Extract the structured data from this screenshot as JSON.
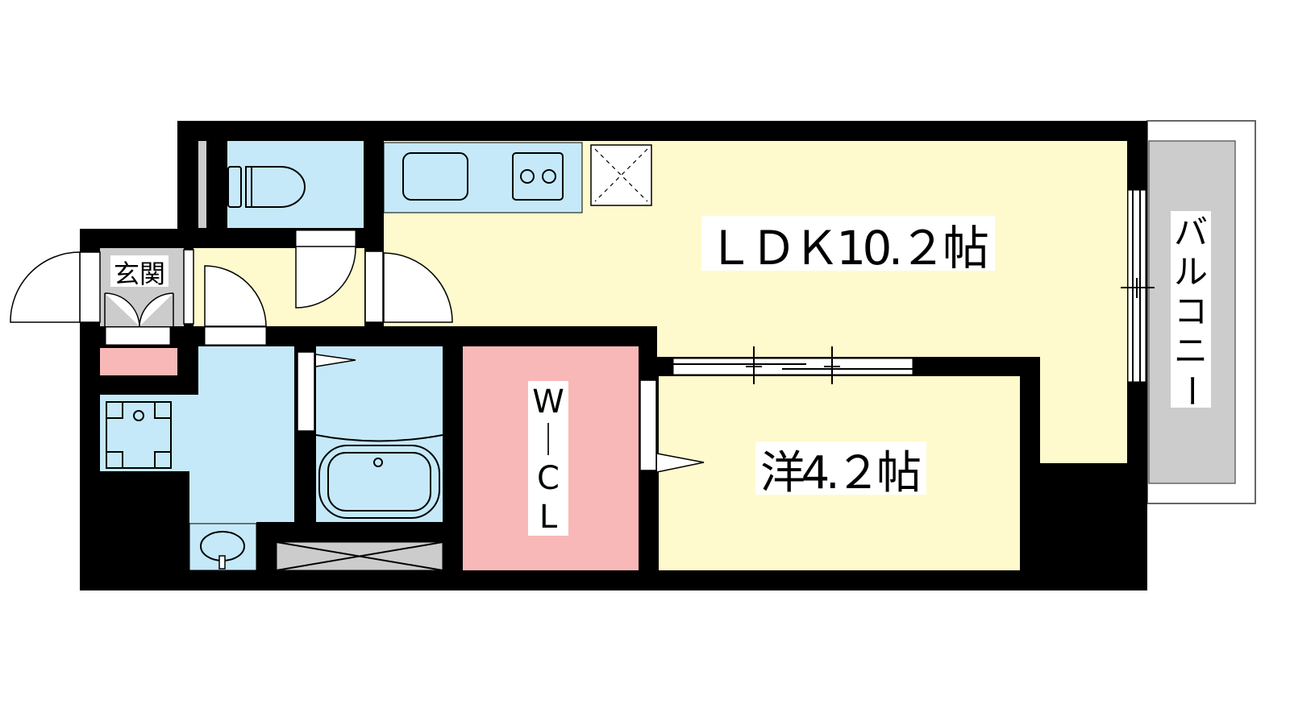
{
  "floorplan": {
    "rooms": {
      "ldk": "ＬＤＫ10.２帖",
      "western": "洋4.２帖",
      "wic": [
        "W",
        "｜",
        "C",
        "L"
      ],
      "balcony": [
        "バ",
        "ル",
        "コ",
        "ニ",
        "ー"
      ],
      "entrance": "玄関"
    },
    "colors": {
      "wall": "#000000",
      "living": "#fffacd",
      "wet": "#c5e9f8",
      "closet": "#f9b8b8",
      "balcony": "#cccccc"
    }
  }
}
